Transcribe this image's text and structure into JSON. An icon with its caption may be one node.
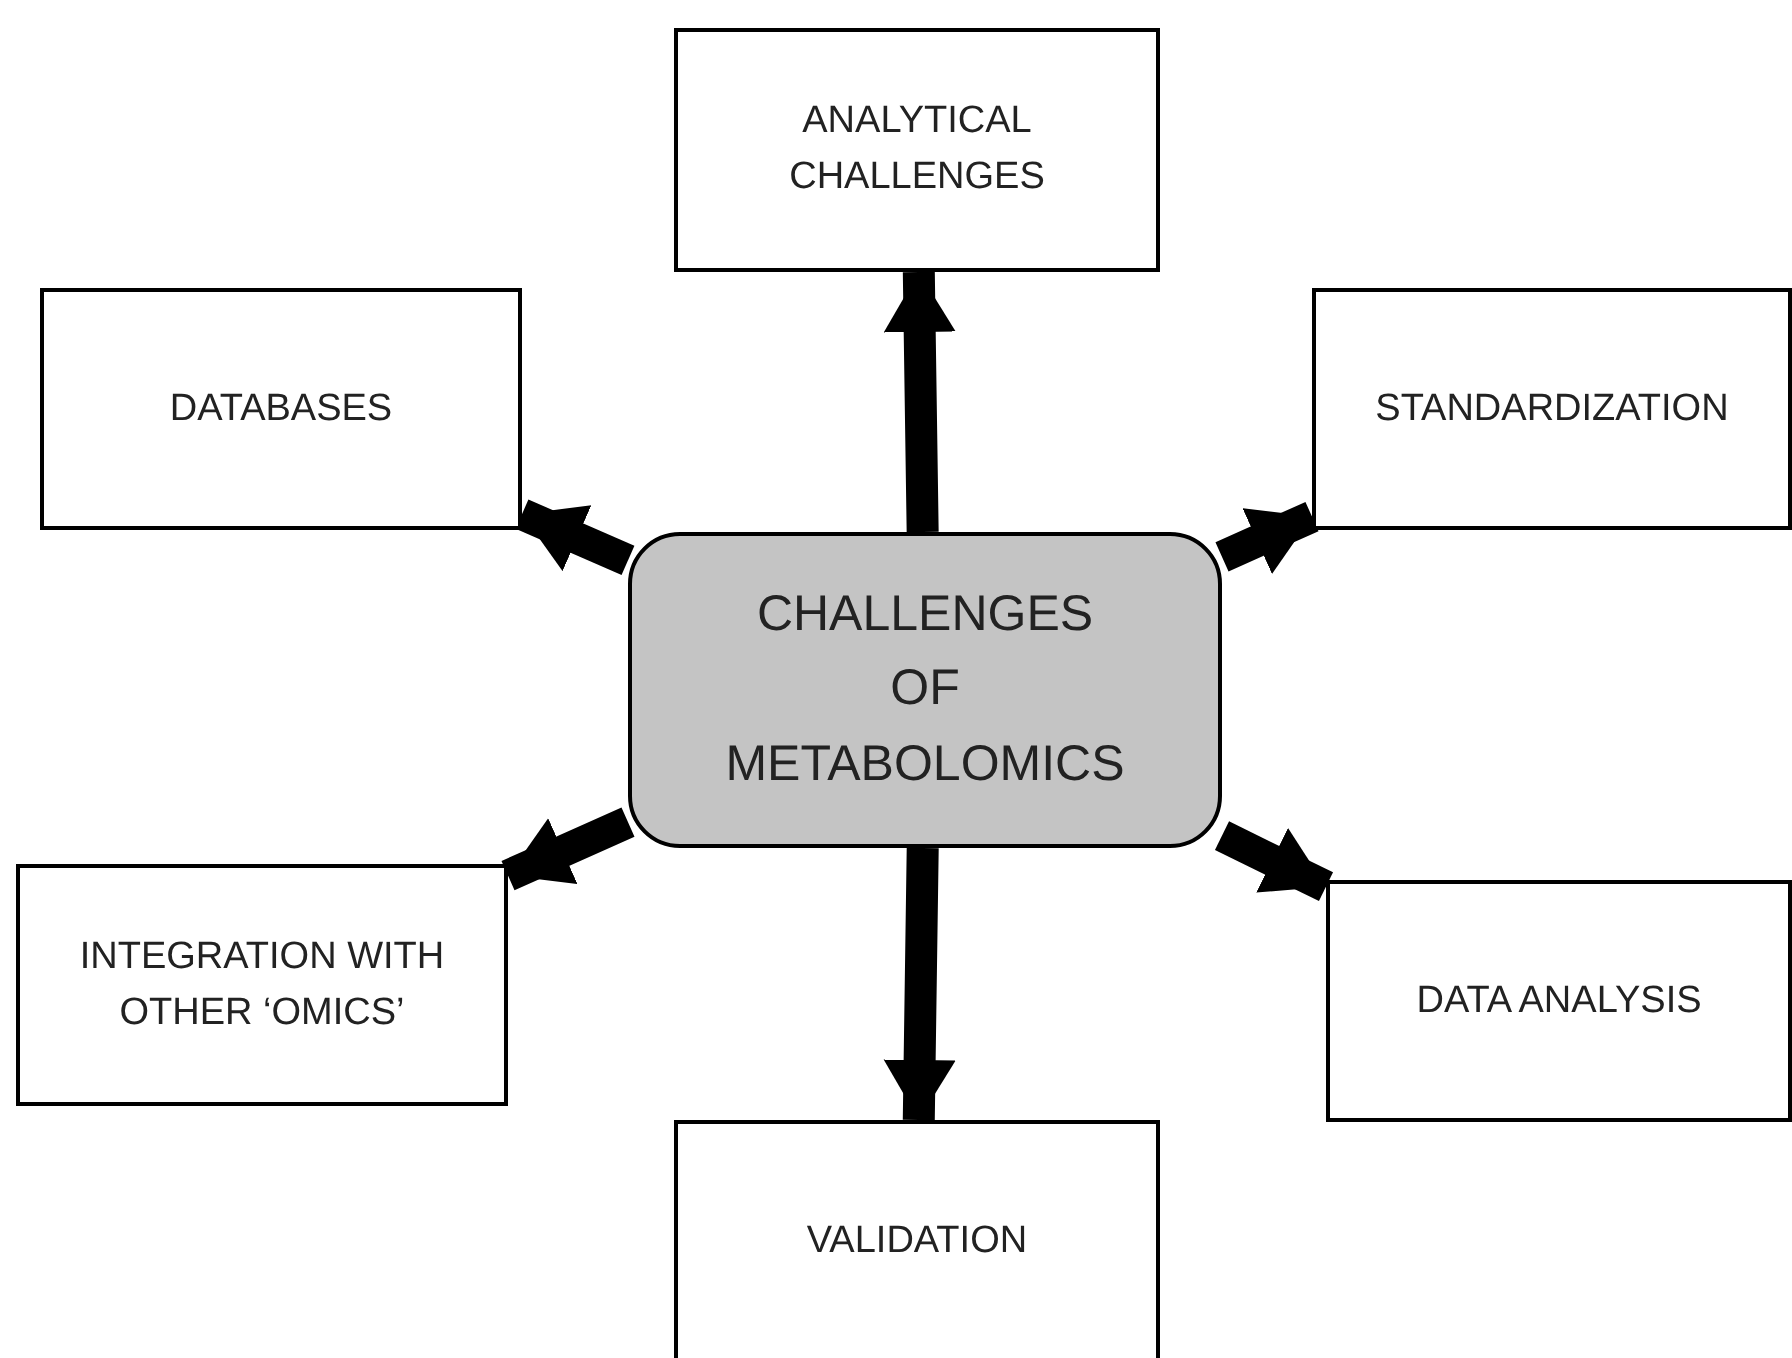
{
  "diagram": {
    "nodes": [
      {
        "text": [
          "CHALLENGES OF METABOLOMICS"
        ]
      },
      {
        "text": [
          "ANALYTICAL CHALLENGES"
        ]
      },
      {
        "text": [
          "DATABASES"
        ]
      },
      {
        "text": [
          "STANDARDIZATION"
        ]
      },
      {
        "text": [
          "INTEGRATION WITH OTHER ‘OMICS’"
        ]
      },
      {
        "text": [
          "DATA ANALYSIS"
        ]
      },
      {
        "text": [
          "VALIDATION"
        ]
      }
    ],
    "edges": [
      {
        "from": 0,
        "to": 1,
        "arrow": "to"
      },
      {
        "from": 0,
        "to": 2,
        "arrow": "to"
      },
      {
        "from": 0,
        "to": 3,
        "arrow": "to"
      },
      {
        "from": 0,
        "to": 4,
        "arrow": "to"
      },
      {
        "from": 0,
        "to": 5,
        "arrow": "to"
      },
      {
        "from": 0,
        "to": 6,
        "arrow": "to"
      }
    ]
  }
}
